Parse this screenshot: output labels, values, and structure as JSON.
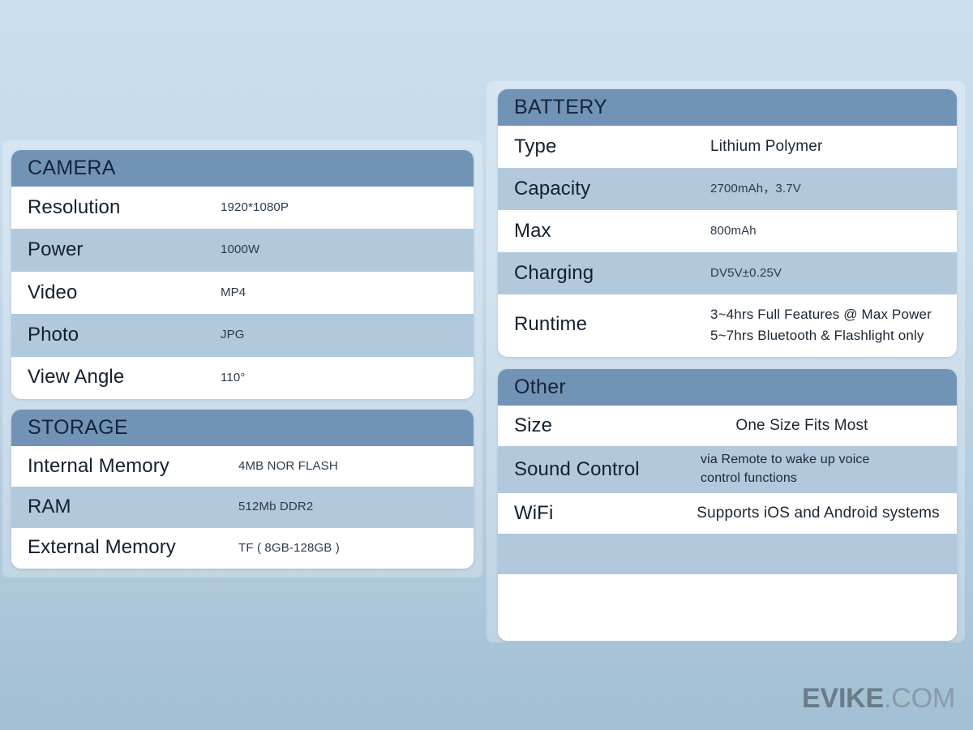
{
  "background": {
    "gradient_top": "#cbdeef",
    "gradient_bottom": "#a2bfd3"
  },
  "theme": {
    "header_bar": "#7194b6",
    "row_white": "#ffffff",
    "row_alt": "#b2c8dd",
    "label_color": "#12202f",
    "value_color": "#2b3b4c"
  },
  "cards": {
    "camera": {
      "title": "CAMERA",
      "rows": [
        {
          "label": "Resolution",
          "value": "1920*1080P"
        },
        {
          "label": "Power",
          "value": "1000W"
        },
        {
          "label": "Video",
          "value": "MP4"
        },
        {
          "label": "Photo",
          "value": "JPG"
        },
        {
          "label": "View Angle",
          "value": "110°"
        }
      ]
    },
    "storage": {
      "title": "STORAGE",
      "rows": [
        {
          "label": "Internal Memory",
          "value": "4MB NOR FLASH"
        },
        {
          "label": "RAM",
          "value": "512Mb DDR2"
        },
        {
          "label": "External Memory",
          "value": "TF ( 8GB-128GB )"
        }
      ]
    },
    "battery": {
      "title": "BATTERY",
      "rows": [
        {
          "label": "Type",
          "value": "Lithium Polymer"
        },
        {
          "label": "Capacity",
          "value": "2700mAh，3.7V"
        },
        {
          "label": "Max",
          "value": "800mAh"
        },
        {
          "label": "Charging",
          "value": "DV5V±0.25V"
        },
        {
          "label": "Runtime",
          "value_line1": "3~4hrs Full Features @ Max Power",
          "value_line2": "5~7hrs Bluetooth & Flashlight only"
        }
      ]
    },
    "other": {
      "title": "Other",
      "rows": [
        {
          "label": "Size",
          "value": "One Size Fits Most"
        },
        {
          "label": "Sound Control",
          "value_line1": "via Remote to wake up voice",
          "value_line2": "control functions"
        },
        {
          "label": "WiFi",
          "value": "Supports iOS and Android systems"
        }
      ]
    }
  },
  "watermark": {
    "brand": "EVIKE",
    "tld": ".COM"
  }
}
